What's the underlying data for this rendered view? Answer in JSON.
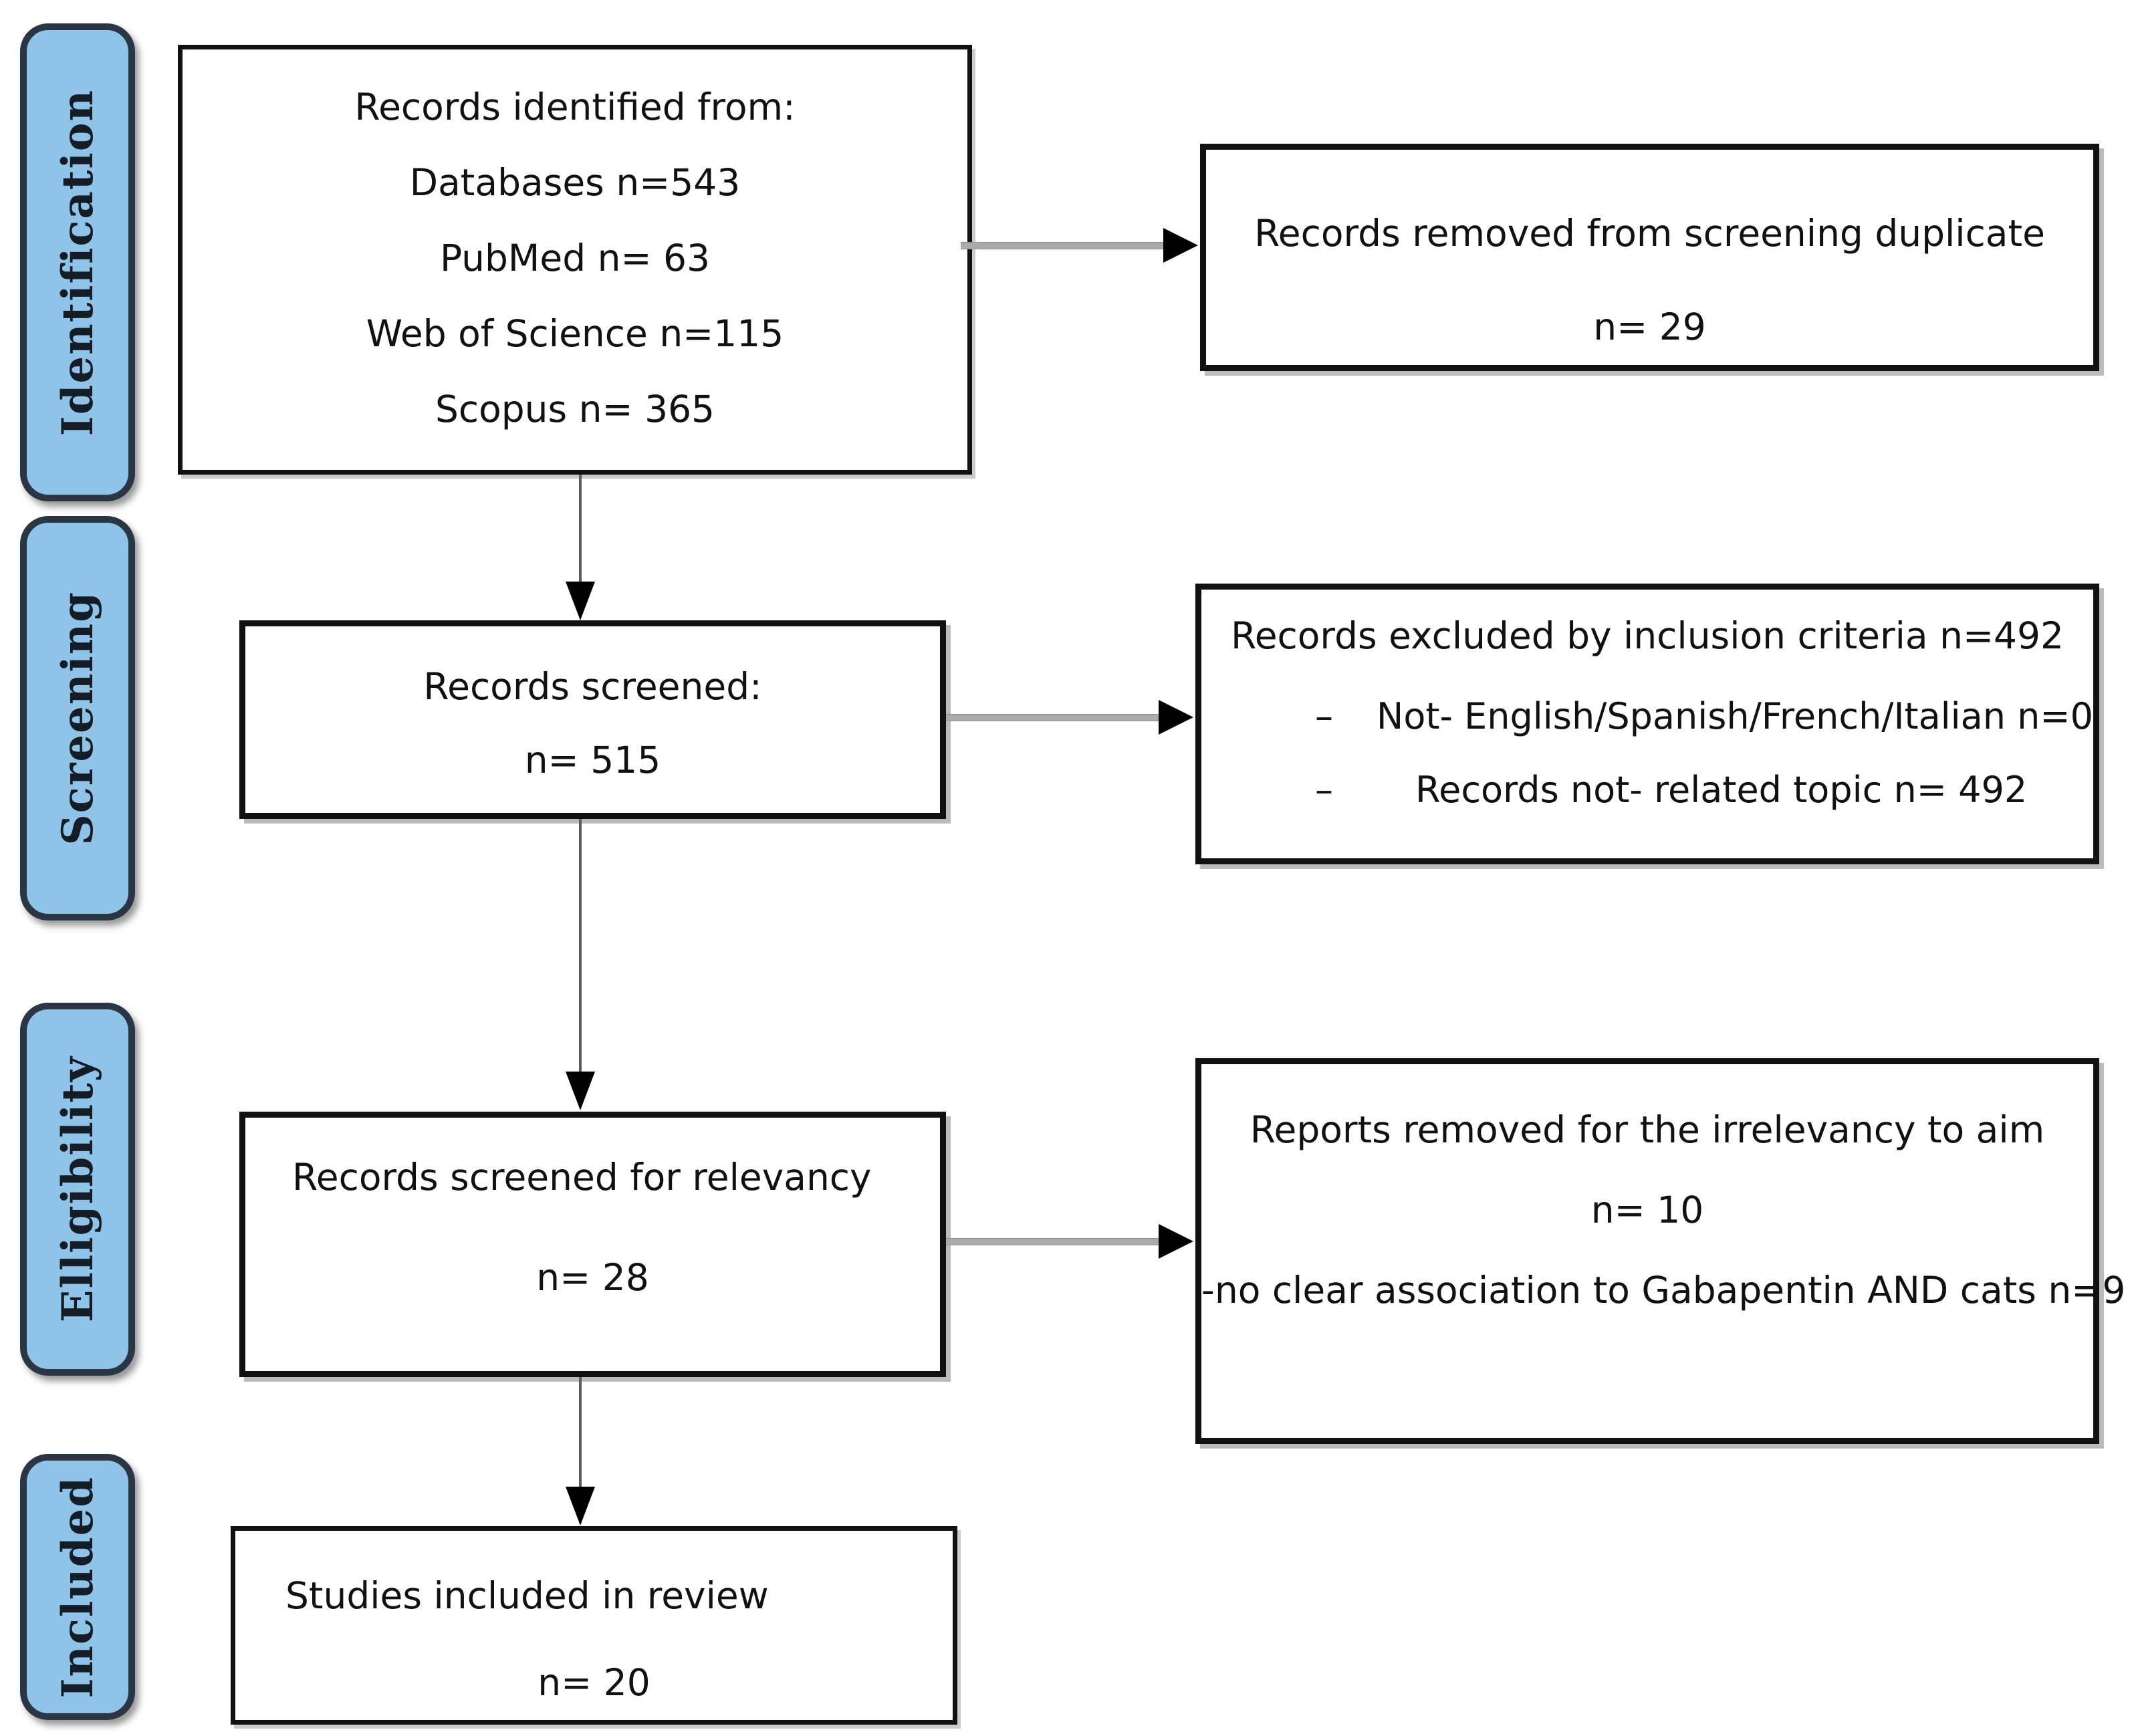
{
  "figure": {
    "type": "prisma-flow-diagram",
    "stages": [
      {
        "id": "identification",
        "label": "Identification"
      },
      {
        "id": "screening",
        "label": "Screening"
      },
      {
        "id": "elligibility",
        "label": "Elligibility"
      },
      {
        "id": "included",
        "label": "Included"
      }
    ],
    "boxes": {
      "identified": {
        "lines": [
          "Records identified from:",
          "Databases n=543",
          "PubMed n= 63",
          "Web of Science n=115",
          "Scopus n= 365"
        ]
      },
      "duplicates": {
        "lines": [
          "Records removed from screening duplicate",
          "n= 29"
        ]
      },
      "screened": {
        "lines": [
          "Records screened:",
          "n= 515"
        ]
      },
      "excluded": {
        "title": "Records excluded by inclusion criteria n=492",
        "bullet_marker": "–",
        "bullets": [
          "Not- English/Spanish/French/Italian n=0",
          "Records not- related topic n= 492"
        ]
      },
      "relevancy": {
        "title": "Records screened for relevancy",
        "count": "n= 28"
      },
      "removed_reports": {
        "lines": [
          "Reports removed for the irrelevancy to aim",
          "n= 10",
          "-no clear association to Gabapentin AND cats n=9"
        ]
      },
      "included_studies": {
        "title": "Studies included in review",
        "count": "n= 20"
      }
    },
    "colors": {
      "stage_fill": "#8FC3E7",
      "stage_border": "#2A3644",
      "box_border": "#111111",
      "connector_line_horizontal": "#ABABAB",
      "connector_line_vertical": "#5C5C5C",
      "arrowhead": "#000000",
      "background": "#FFFFFF"
    }
  }
}
